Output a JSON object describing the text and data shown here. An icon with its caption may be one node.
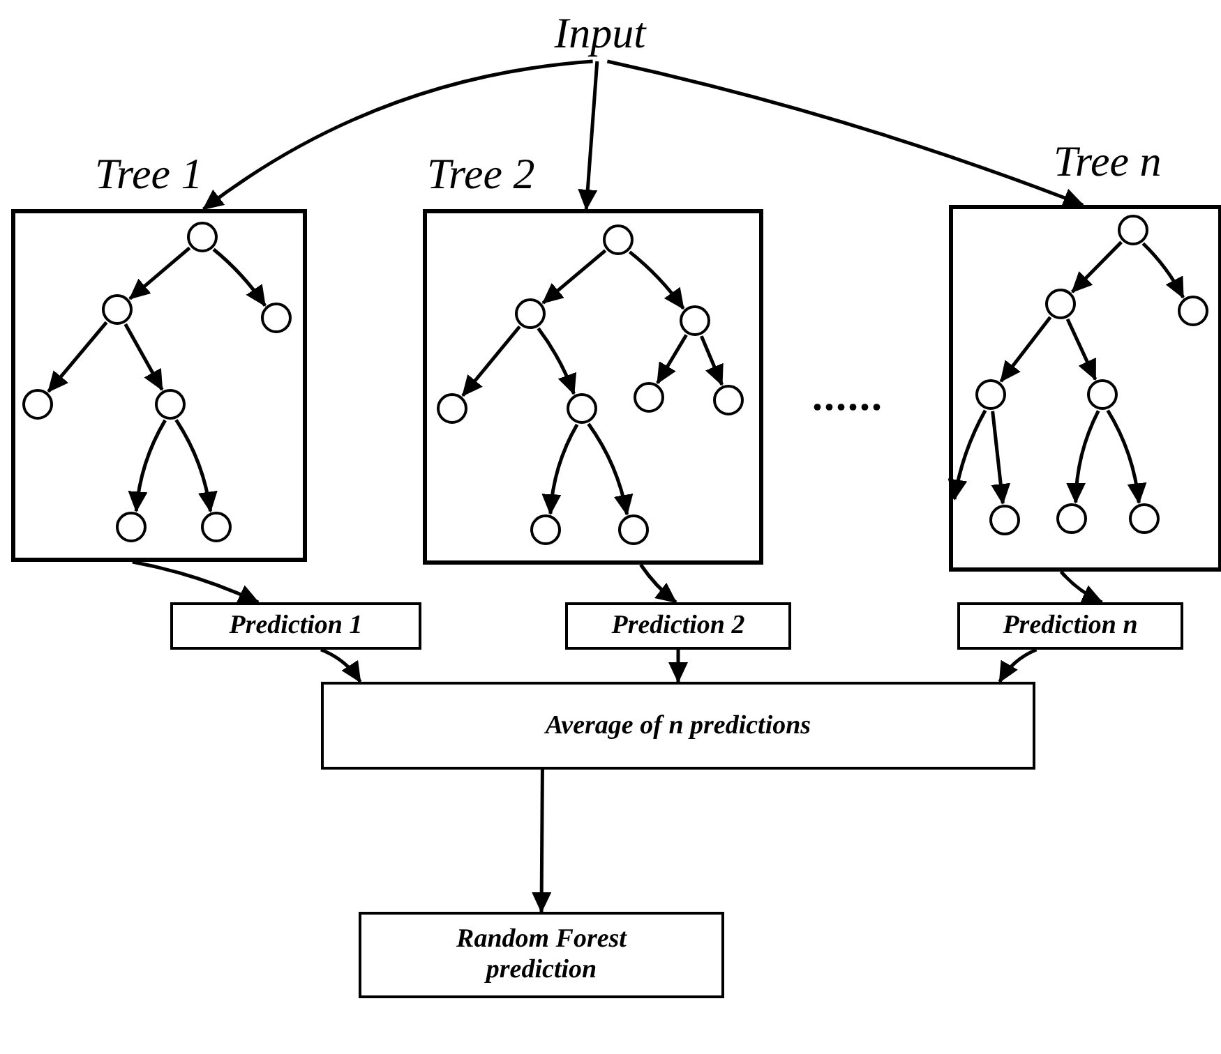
{
  "diagram": {
    "nodes": [
      {
        "text": [
          "Input"
        ]
      },
      {
        "text": [
          "Tree 1"
        ]
      },
      {
        "text": [],
        "shape": "circle",
        "in": 1
      },
      {
        "text": [],
        "shape": "circle",
        "in": 1
      },
      {
        "text": [],
        "shape": "circle",
        "in": 1
      },
      {
        "text": [],
        "shape": "circle",
        "in": 1
      },
      {
        "text": [],
        "shape": "circle",
        "in": 1
      },
      {
        "text": [],
        "shape": "circle",
        "in": 1
      },
      {
        "text": [],
        "shape": "circle",
        "in": 1
      },
      {
        "text": [
          "Tree 2"
        ]
      },
      {
        "text": [],
        "shape": "circle",
        "in": 9
      },
      {
        "text": [],
        "shape": "circle",
        "in": 9
      },
      {
        "text": [],
        "shape": "circle",
        "in": 9
      },
      {
        "text": [],
        "shape": "circle",
        "in": 9
      },
      {
        "text": [],
        "shape": "circle",
        "in": 9
      },
      {
        "text": [],
        "shape": "circle",
        "in": 9
      },
      {
        "text": [],
        "shape": "circle",
        "in": 9
      },
      {
        "text": [],
        "shape": "circle",
        "in": 9
      },
      {
        "text": [],
        "shape": "circle",
        "in": 9
      },
      {
        "text": [
          "Tree n"
        ]
      },
      {
        "text": [],
        "shape": "circle",
        "in": 19
      },
      {
        "text": [],
        "shape": "circle",
        "in": 19
      },
      {
        "text": [],
        "shape": "circle",
        "in": 19
      },
      {
        "text": [],
        "shape": "circle",
        "in": 19
      },
      {
        "text": [],
        "shape": "circle",
        "in": 19
      },
      {
        "text": [],
        "shape": "circle",
        "in": 19
      },
      {
        "text": [],
        "shape": "circle",
        "in": 19
      },
      {
        "text": [],
        "shape": "circle",
        "in": 19
      },
      {
        "text": [
          "Prediction 1"
        ]
      },
      {
        "text": [
          "Prediction 2"
        ]
      },
      {
        "text": [
          "Prediction n"
        ]
      },
      {
        "text": [
          "Average of n predictions"
        ]
      },
      {
        "text": [
          "Random Forest prediction"
        ]
      }
    ],
    "edges": [
      {
        "from": 0,
        "to": 1,
        "arrow": "to"
      },
      {
        "from": 0,
        "to": 9,
        "arrow": "to"
      },
      {
        "from": 0,
        "to": 19,
        "arrow": "to"
      },
      {
        "from": 2,
        "to": 3,
        "arrow": "to"
      },
      {
        "from": 2,
        "to": 4,
        "arrow": "to"
      },
      {
        "from": 3,
        "to": 5,
        "arrow": "to"
      },
      {
        "from": 3,
        "to": 6,
        "arrow": "to"
      },
      {
        "from": 6,
        "to": 7,
        "arrow": "to"
      },
      {
        "from": 6,
        "to": 8,
        "arrow": "to"
      },
      {
        "from": 10,
        "to": 11,
        "arrow": "to"
      },
      {
        "from": 10,
        "to": 12,
        "arrow": "to"
      },
      {
        "from": 11,
        "to": 13,
        "arrow": "to"
      },
      {
        "from": 11,
        "to": 14,
        "arrow": "to"
      },
      {
        "from": 12,
        "to": 15,
        "arrow": "to"
      },
      {
        "from": 12,
        "to": 16,
        "arrow": "to"
      },
      {
        "from": 14,
        "to": 17,
        "arrow": "to"
      },
      {
        "from": 14,
        "to": 18,
        "arrow": "to"
      },
      {
        "from": 20,
        "to": 21,
        "arrow": "to"
      },
      {
        "from": 20,
        "to": 22,
        "arrow": "to"
      },
      {
        "from": 21,
        "to": 23,
        "arrow": "to"
      },
      {
        "from": 21,
        "to": 24,
        "arrow": "to"
      },
      {
        "from": 23,
        "to": null,
        "arrow": "to"
      },
      {
        "from": 23,
        "to": 25,
        "arrow": "to"
      },
      {
        "from": 24,
        "to": 26,
        "arrow": "to"
      },
      {
        "from": 24,
        "to": 27,
        "arrow": "to"
      },
      {
        "from": 1,
        "to": 28,
        "arrow": "to"
      },
      {
        "from": 9,
        "to": 29,
        "arrow": "to"
      },
      {
        "from": 19,
        "to": 30,
        "arrow": "to"
      },
      {
        "from": 28,
        "to": 31,
        "arrow": "to"
      },
      {
        "from": 29,
        "to": 31,
        "arrow": "to"
      },
      {
        "from": 30,
        "to": 31,
        "arrow": "to"
      },
      {
        "from": 31,
        "to": 32,
        "arrow": "to"
      }
    ],
    "labels": [
      "......"
    ]
  }
}
